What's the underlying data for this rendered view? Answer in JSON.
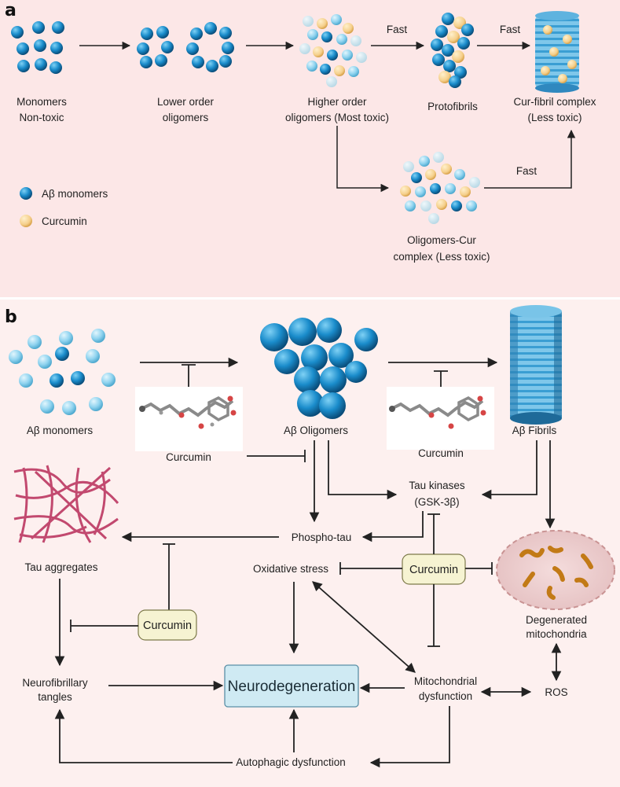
{
  "panel_a": {
    "letter": "a",
    "monomers": [
      "Monomers",
      "Non-toxic"
    ],
    "lower_oligomers": [
      "Lower order",
      "oligomers"
    ],
    "higher_oligomers": [
      "Higher order",
      "oligomers (Most toxic)"
    ],
    "protofibrils": "Protofibrils",
    "cur_fibril": [
      "Cur-fibril complex",
      "(Less toxic)"
    ],
    "oligomers_cur": [
      "Oligomers-Cur",
      "complex (Less toxic)"
    ],
    "fast_1": "Fast",
    "fast_2": "Fast",
    "fast_3": "Fast",
    "legend": {
      "abeta": "Aβ monomers",
      "curcumin": "Curcumin"
    }
  },
  "panel_b": {
    "letter": "b",
    "abeta_monomers": "Aβ monomers",
    "abeta_oligomers": "Aβ Oligomers",
    "abeta_fibrils": "Aβ Fibrils",
    "curcumin_mol_1": "Curcumin",
    "curcumin_mol_2": "Curcumin",
    "tau_kinases": [
      "Tau kinases",
      "(GSK-3β)"
    ],
    "phospho_tau": "Phospho-tau",
    "tau_aggregates": "Tau aggregates",
    "oxidative_stress": "Oxidative stress",
    "curcumin_center": "Curcumin",
    "curcumin_left": "Curcumin",
    "degenerated_mito": [
      "Degenerated",
      "mitochondria"
    ],
    "nft": [
      "Neurofibrillary",
      "tangles"
    ],
    "neurodegeneration": "Neurodegeneration",
    "mito_dysfunction": [
      "Mitochondrial",
      "dysfunction"
    ],
    "ros": "ROS",
    "autophagic": "Autophagic dysfunction"
  },
  "colors": {
    "abeta": "#1583bf",
    "abeta_light": "#8fd3ef",
    "curcumin": "#f5cf8a",
    "tau": "#c2496f",
    "mito": "#c27a16"
  }
}
